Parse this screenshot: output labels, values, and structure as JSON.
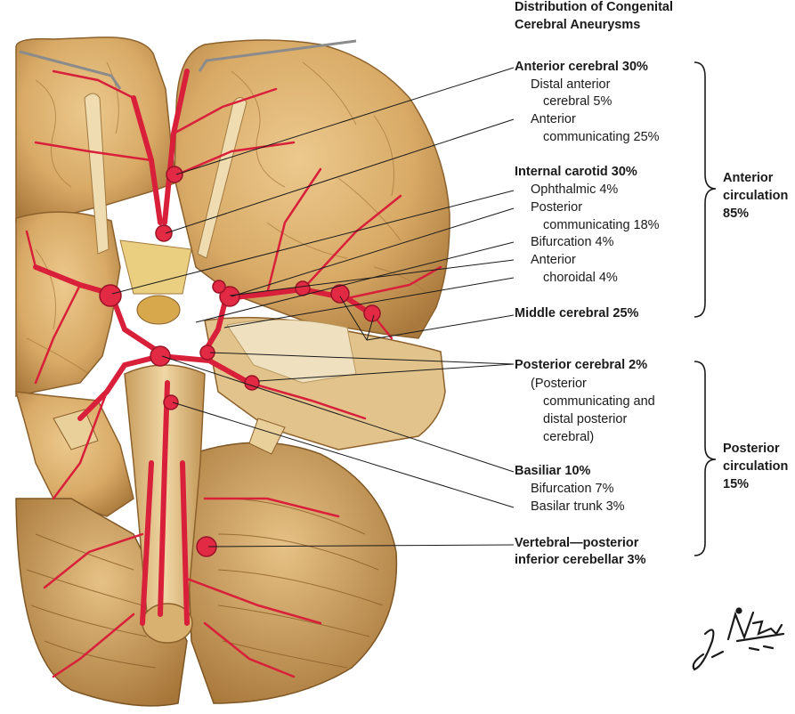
{
  "title": {
    "line1": "Distribution of Congenital",
    "line2": "Cerebral Aneurysms"
  },
  "labels": {
    "anterior_cerebral": "Anterior cerebral 30%",
    "distal_anterior_1": "Distal anterior",
    "distal_anterior_2": "cerebral 5%",
    "anterior_comm_1": "Anterior",
    "anterior_comm_2": "communicating 25%",
    "internal_carotid": "Internal carotid 30%",
    "ophthalmic": "Ophthalmic 4%",
    "posterior_comm_1": "Posterior",
    "posterior_comm_2": "communicating 18%",
    "bifurcation_ica": "Bifurcation 4%",
    "anterior_choroidal_1": "Anterior",
    "anterior_choroidal_2": "choroidal 4%",
    "middle_cerebral": "Middle cerebral 25%",
    "posterior_cerebral": "Posterior cerebral 2%",
    "pc_note_1": "(Posterior",
    "pc_note_2": "communicating and",
    "pc_note_3": "distal posterior",
    "pc_note_4": "cerebral)",
    "basilar": "Basiliar 10%",
    "basilar_bifurcation": "Bifurcation 7%",
    "basilar_trunk": "Basilar trunk 3%",
    "vertebral_1": "Vertebral—posterior",
    "vertebral_2": "inferior cerebellar 3%"
  },
  "groups": {
    "anterior_1": "Anterior",
    "anterior_2": "circulation",
    "anterior_3": "85%",
    "posterior_1": "Posterior",
    "posterior_2": "circulation",
    "posterior_3": "15%"
  },
  "signature": "F. Netter M.D.",
  "colors": {
    "brain": "#d9ad6c",
    "brain_shadow": "#a87a3c",
    "artery": "#d8203a",
    "leader_line": "#1a1a1a"
  }
}
